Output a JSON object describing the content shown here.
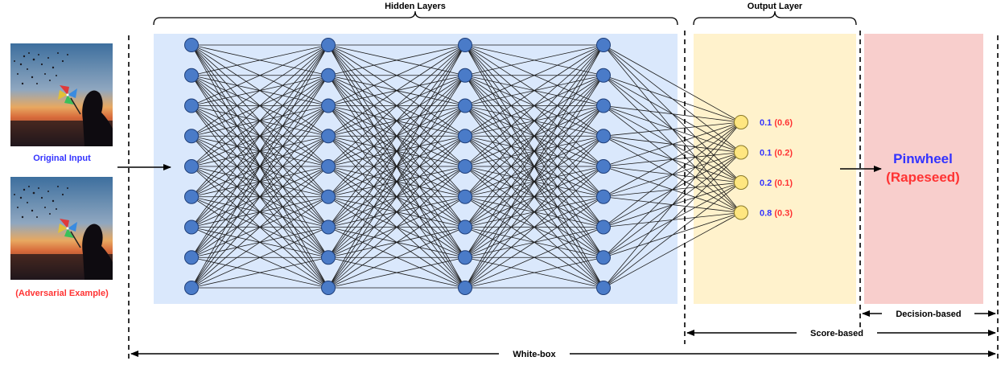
{
  "labels": {
    "hidden_layers": "Hidden Layers",
    "output_layer": "Output Layer",
    "original_input": "Original Input",
    "adversarial_example": "(Adversarial Example)",
    "white_box": "White-box",
    "score_based": "Score-based",
    "decision_based": "Decision-based"
  },
  "network": {
    "hidden_layer_count": 4,
    "neurons_per_hidden_layer": 9,
    "output_neurons": 4
  },
  "scores": [
    {
      "original": "0.1",
      "adversarial": "(0.6)"
    },
    {
      "original": "0.1",
      "adversarial": "(0.2)"
    },
    {
      "original": "0.2",
      "adversarial": "(0.1)"
    },
    {
      "original": "0.8",
      "adversarial": "(0.3)"
    }
  ],
  "prediction": {
    "original": "Pinwheel",
    "adversarial": "(Rapeseed)"
  },
  "colors": {
    "hidden_bg": "#dae8fc",
    "output_bg": "#fff2cc",
    "decision_bg": "#f8cecc",
    "neuron_fill": "#4a7bc8",
    "output_neuron_fill": "#ffe680",
    "original_text": "#3333ff",
    "adversarial_text": "#ff3333"
  }
}
